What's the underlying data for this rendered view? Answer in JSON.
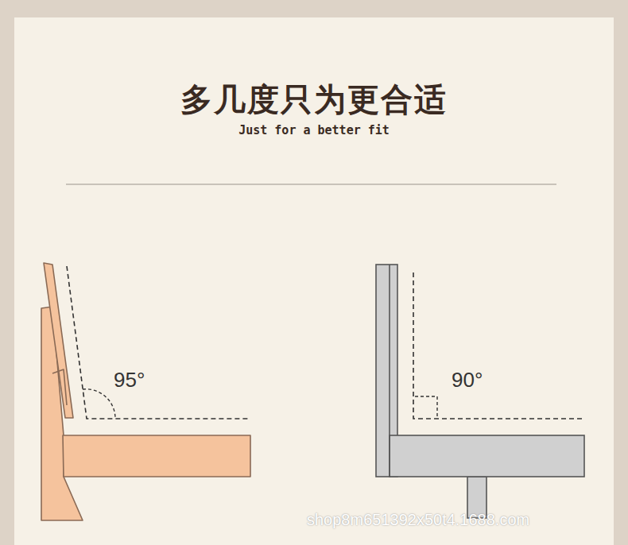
{
  "diagram": {
    "title": "多几度只为更合适",
    "labels": [
      "Just for a better fit",
      "95°",
      "90°",
      "shop8m651392x50t4.1688.com"
    ]
  }
}
